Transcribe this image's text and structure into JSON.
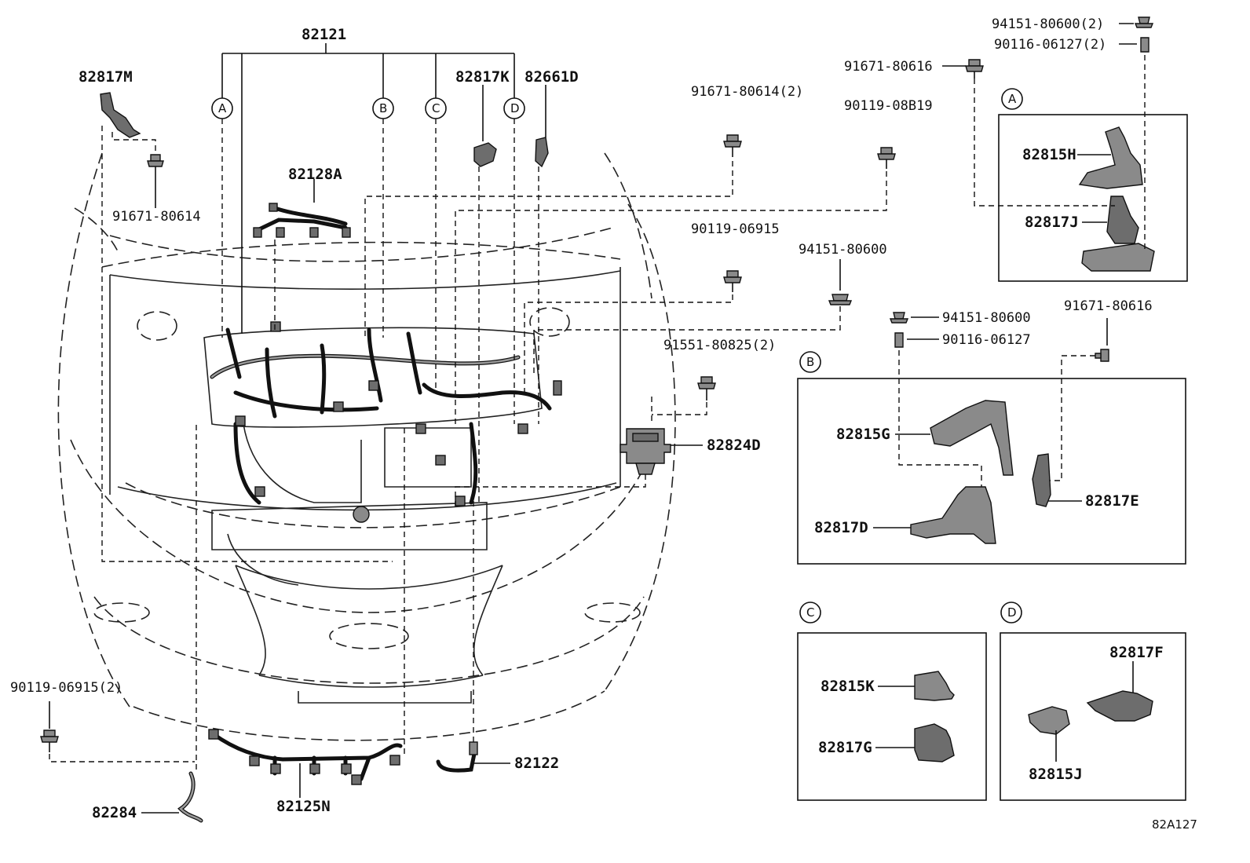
{
  "labels": {
    "p82121": "82121",
    "p82817M": "82817M",
    "p82817K": "82817K",
    "p82661D": "82661D",
    "p82128A": "82128A",
    "p91671_80614_top": "91671-80614(2)",
    "p91671_80614_left": "91671-80614",
    "p90119_08B19": "90119-08B19",
    "p90119_06915": "90119-06915",
    "p94151_80600_mid": "94151-80600",
    "p91551_80825": "91551-80825(2)",
    "p82824D": "82824D",
    "p90119_06915_2": "90119-06915(2)",
    "p82284": "82284",
    "p82125N": "82125N",
    "p82122": "82122",
    "p94151_80600_2": "94151-80600(2)",
    "p90116_06127_2": "90116-06127(2)",
    "p91671_80616_top": "91671-80616",
    "p82815H": "82815H",
    "p82817J": "82817J",
    "p94151_80600_b": "94151-80600",
    "p90116_06127_b": "90116-06127",
    "p91671_80616_b": "91671-80616",
    "p82815G": "82815G",
    "p82817E": "82817E",
    "p82817D": "82817D",
    "p82815K": "82815K",
    "p82817G": "82817G",
    "p82817F": "82817F",
    "p82815J": "82815J",
    "ref": "82A127"
  },
  "callouts": {
    "a": "A",
    "b": "B",
    "c": "C",
    "d": "D"
  }
}
